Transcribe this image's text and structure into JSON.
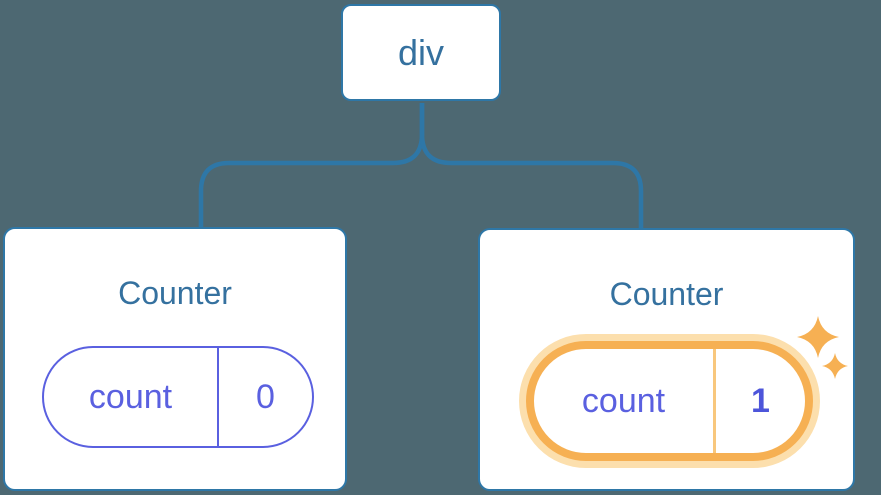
{
  "tree": {
    "root": {
      "label": "div"
    },
    "children": [
      {
        "title": "Counter",
        "state": {
          "key": "count",
          "value": "0"
        },
        "highlighted": false
      },
      {
        "title": "Counter",
        "state": {
          "key": "count",
          "value": "1"
        },
        "highlighted": true
      }
    ]
  },
  "icons": {
    "sparkle": "sparkle-icon"
  },
  "colors": {
    "background": "#4d6872",
    "node_border": "#2e77a7",
    "node_text": "#35719f",
    "state_purple": "#5a60e0",
    "state_value": "#4d55da",
    "highlight_orange": "#f6b053",
    "highlight_glow": "#fcdfad",
    "highlight_divider": "#f8c77d"
  }
}
